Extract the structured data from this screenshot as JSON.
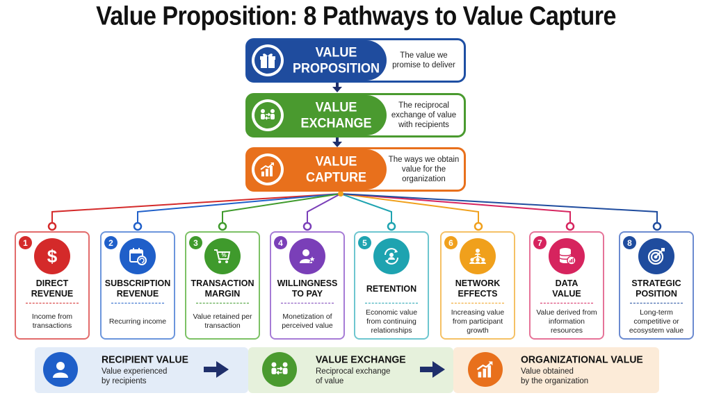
{
  "title": "Value Proposition: 8 Pathways to Value Capture",
  "colors": {
    "blue": "#1f4c9e",
    "green": "#4a9a2f",
    "orange": "#e8701c"
  },
  "stages": [
    {
      "name_line1": "VALUE",
      "name_line2": "PROPOSITION",
      "desc": "The value we promise to deliver",
      "icon": "gift-icon"
    },
    {
      "name_line1": "VALUE",
      "name_line2": "EXCHANGE",
      "desc": "The reciprocal exchange of value with recipients",
      "icon": "exchange-icon"
    },
    {
      "name_line1": "VALUE",
      "name_line2": "CAPTURE",
      "desc": "The ways we obtain value for the organization",
      "icon": "growth-chart-icon"
    }
  ],
  "pathways": [
    {
      "number": "1",
      "name_line1": "DIRECT",
      "name_line2": "REVENUE",
      "desc": "Income from transactions",
      "icon": "dollar-icon",
      "color": "#d42a2a"
    },
    {
      "number": "2",
      "name_line1": "SUBSCRIPTION",
      "name_line2": "REVENUE",
      "desc": "Recurring income",
      "icon": "calendar-refresh-icon",
      "color": "#1f5fc9"
    },
    {
      "number": "3",
      "name_line1": "TRANSACTION",
      "name_line2": "MARGIN",
      "desc": "Value retained per transaction",
      "icon": "cart-percent-icon",
      "color": "#3f9a2c"
    },
    {
      "number": "4",
      "name_line1": "WILLINGNESS",
      "name_line2": "TO PAY",
      "desc": "Monetization of perceived value",
      "icon": "user-star-icon",
      "color": "#7a3fb8"
    },
    {
      "number": "5",
      "name_line1": "RETENTION",
      "name_line2": "",
      "desc": "Economic value from continuing relationships",
      "icon": "user-cycle-icon",
      "color": "#1ea3b0"
    },
    {
      "number": "6",
      "name_line1": "NETWORK",
      "name_line2": "EFFECTS",
      "desc": "Increasing value from participant growth",
      "icon": "network-icon",
      "color": "#f0a01c"
    },
    {
      "number": "7",
      "name_line1": "DATA",
      "name_line2": "VALUE",
      "desc": "Value derived from information resources",
      "icon": "database-icon",
      "color": "#d6245e"
    },
    {
      "number": "8",
      "name_line1": "STRATEGIC",
      "name_line2": "POSITION",
      "desc": "Long-term competitive or ecosystem value",
      "icon": "target-icon",
      "color": "#1f4c9e"
    }
  ],
  "flow": [
    {
      "title": "RECIPIENT VALUE",
      "desc_line1": "Value experienced",
      "desc_line2": "by recipients",
      "icon": "person-icon"
    },
    {
      "title": "VALUE EXCHANGE",
      "desc_line1": "Reciprocal exchange",
      "desc_line2": "of value",
      "icon": "exchange-icon"
    },
    {
      "title": "ORGANIZATIONAL VALUE",
      "desc_line1": "Value obtained",
      "desc_line2": "by the organization",
      "icon": "growth-chart-icon"
    }
  ]
}
